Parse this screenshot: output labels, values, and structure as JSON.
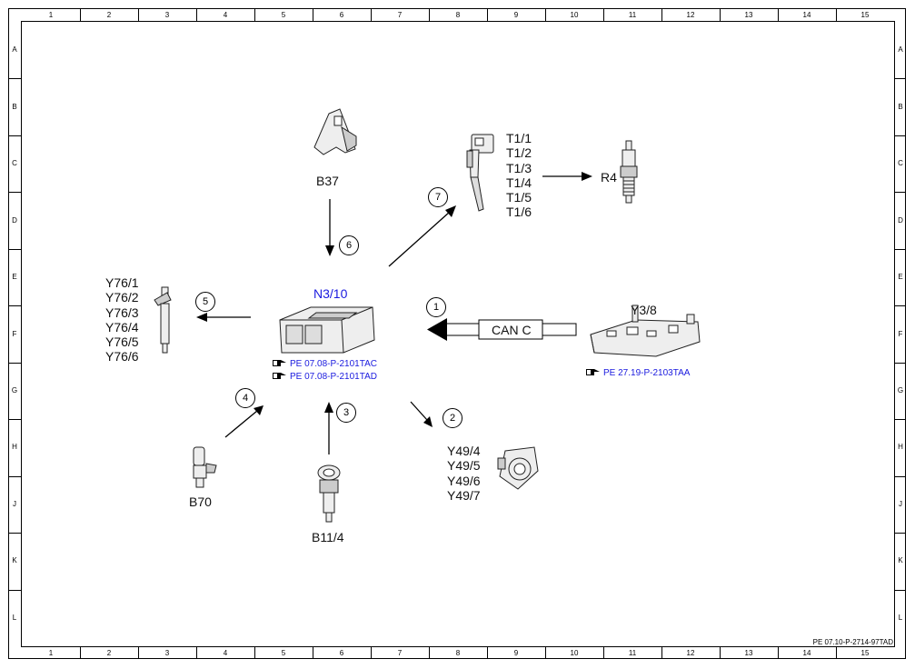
{
  "frame": {
    "columns": [
      "1",
      "2",
      "3",
      "4",
      "5",
      "6",
      "7",
      "8",
      "9",
      "10",
      "11",
      "12",
      "13",
      "14",
      "15"
    ],
    "rows": [
      "A",
      "B",
      "C",
      "D",
      "E",
      "F",
      "G",
      "H",
      "J",
      "K",
      "L"
    ],
    "document_id": "PE 07.10-P-2714-97TAD"
  },
  "components": {
    "ecu": {
      "label": "N3/10",
      "refs": [
        "PE 07.08-P-2101TAC",
        "PE 07.08-P-2101TAD"
      ]
    },
    "pedal": {
      "label": "B37"
    },
    "ignition_coils": {
      "labels": [
        "T1/1",
        "T1/2",
        "T1/3",
        "T1/4",
        "T1/5",
        "T1/6"
      ]
    },
    "spark_plug": {
      "label": "R4"
    },
    "injectors": {
      "labels": [
        "Y76/1",
        "Y76/2",
        "Y76/3",
        "Y76/4",
        "Y76/5",
        "Y76/6"
      ]
    },
    "transmission_control": {
      "label": "Y3/8",
      "ref": "PE 27.19-P-2103TAA"
    },
    "can_bus": {
      "label": "CAN C"
    },
    "camshaft_adjusters": {
      "labels": [
        "Y49/4",
        "Y49/5",
        "Y49/6",
        "Y49/7"
      ]
    },
    "crankshaft_sensor": {
      "label": "B70"
    },
    "coolant_sensor": {
      "label": "B11/4"
    }
  },
  "callouts": [
    "1",
    "2",
    "3",
    "4",
    "5",
    "6",
    "7"
  ]
}
